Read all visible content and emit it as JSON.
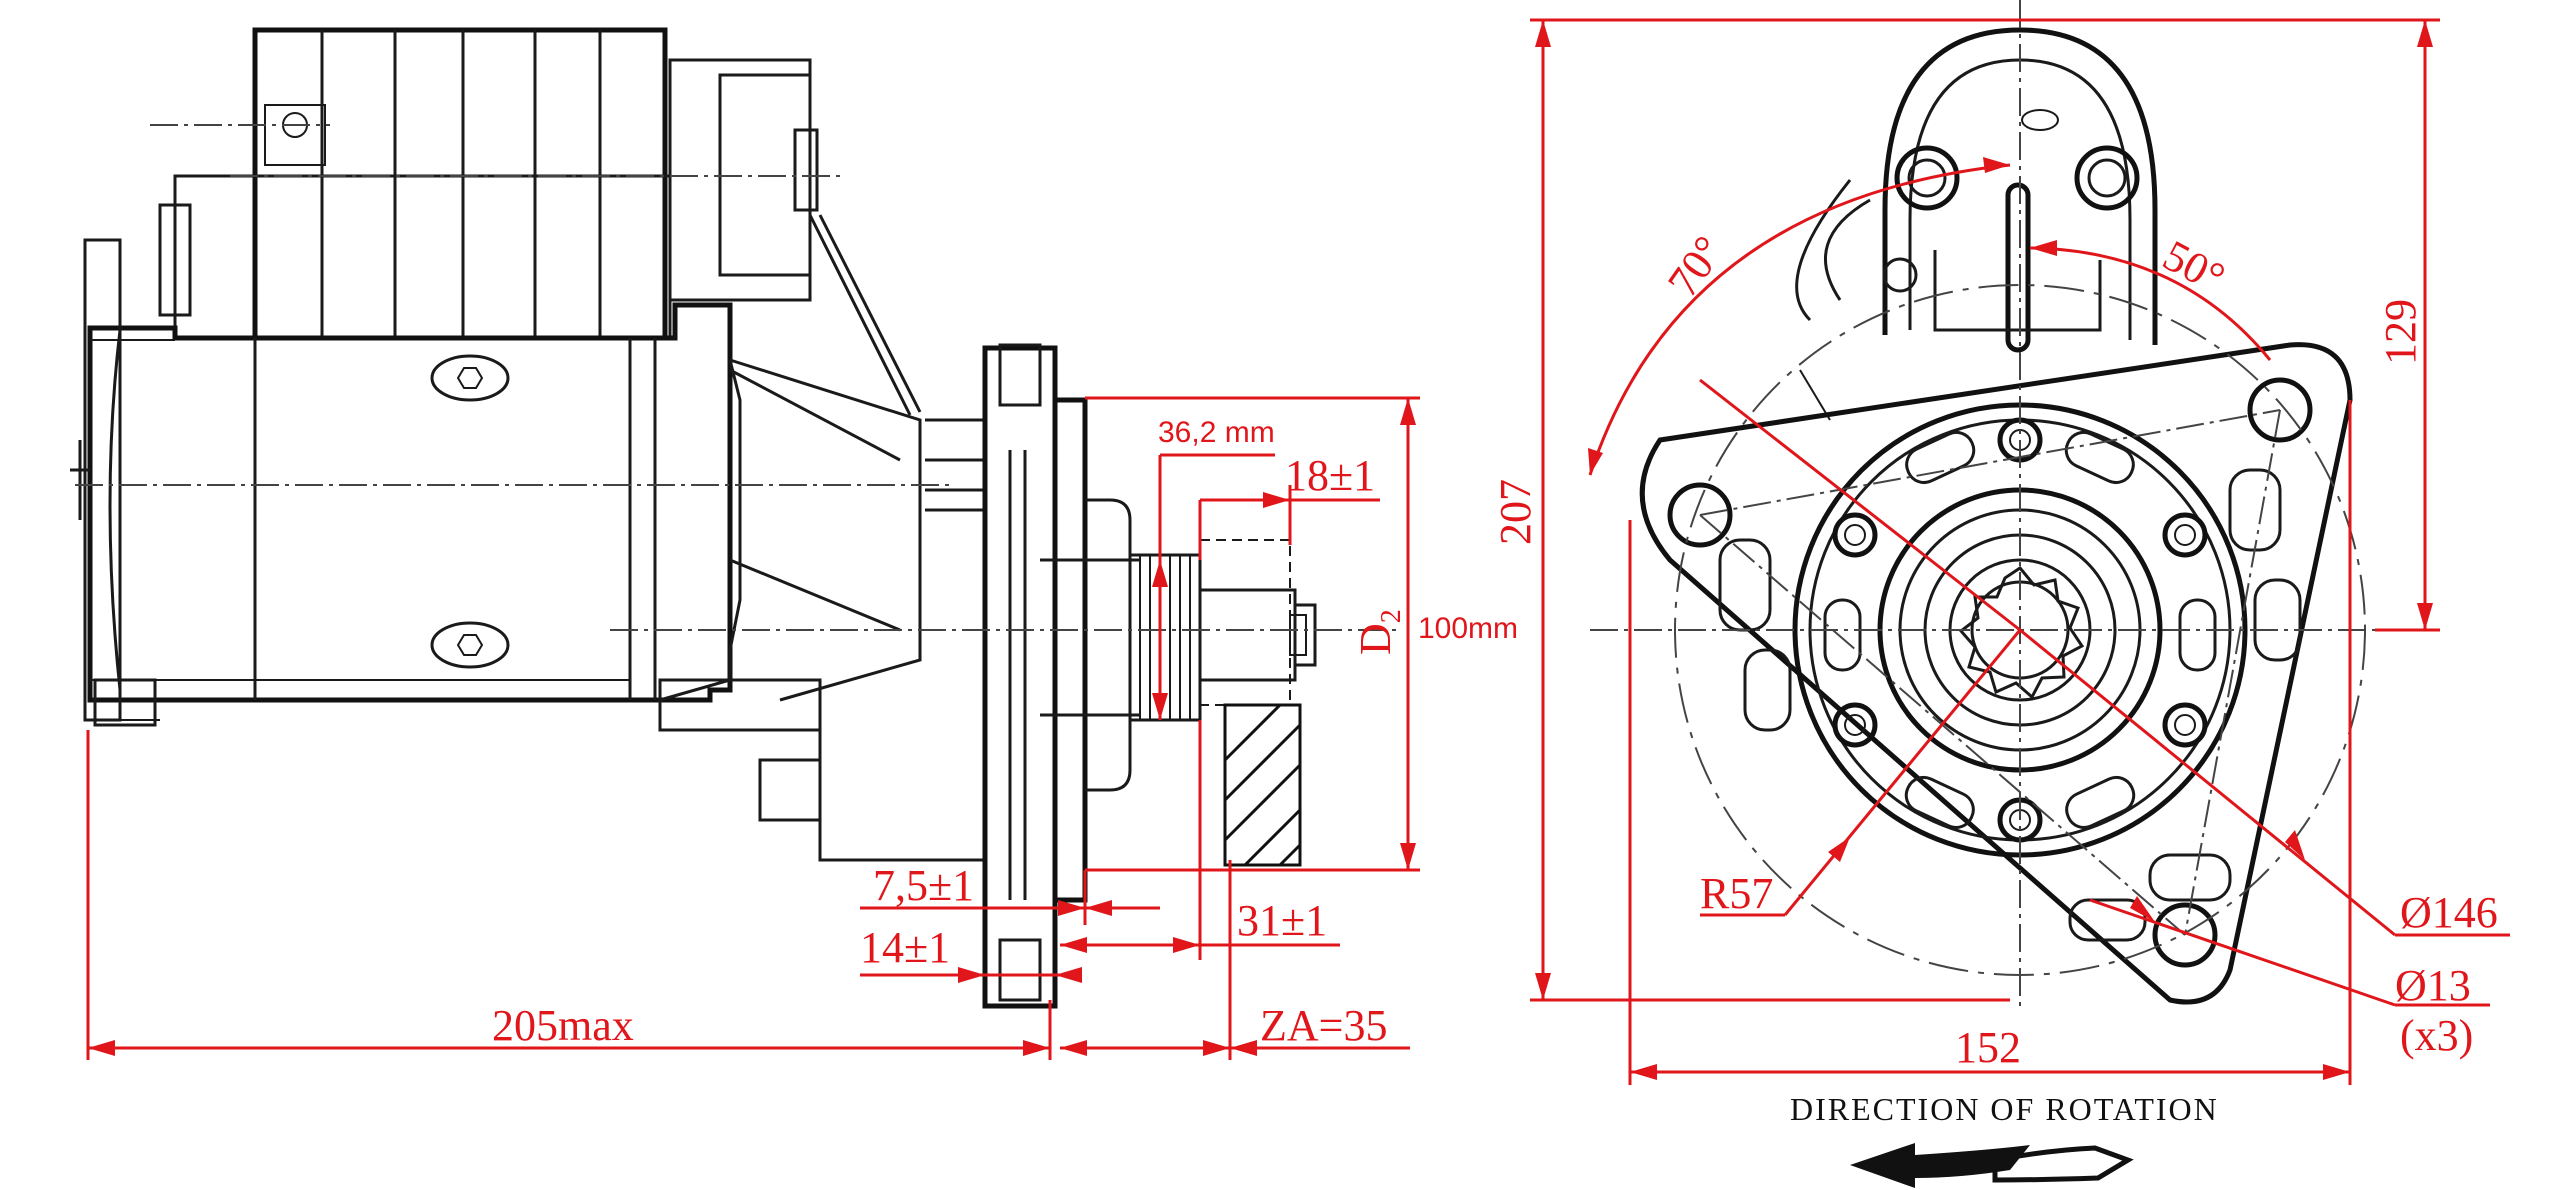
{
  "side_view": {
    "dimensions": {
      "length_max": "205max",
      "pinion_offset": "36,2 mm",
      "pinion_width": "18±1",
      "pinion_diameter_symbol": "D",
      "pinion_diameter_subscript": "2",
      "pinion_diameter_value": "100mm",
      "flange_offset": "7,5±1",
      "flange_thickness": "14±1",
      "pinion_travel": "31±1",
      "za": "ZA=35"
    }
  },
  "front_view": {
    "dimensions": {
      "height": "207",
      "upper_height": "129",
      "width": "152",
      "angle_left": "70°",
      "angle_right": "50°",
      "radius": "R57",
      "pitch_circle": "Ø146",
      "hole_diameter": "Ø13",
      "hole_count": "(x3)"
    },
    "rotation_caption": "DIRECTION  OF  ROTATION"
  },
  "colors": {
    "dimension": "#e0161b",
    "outline": "#1a1a1a"
  }
}
